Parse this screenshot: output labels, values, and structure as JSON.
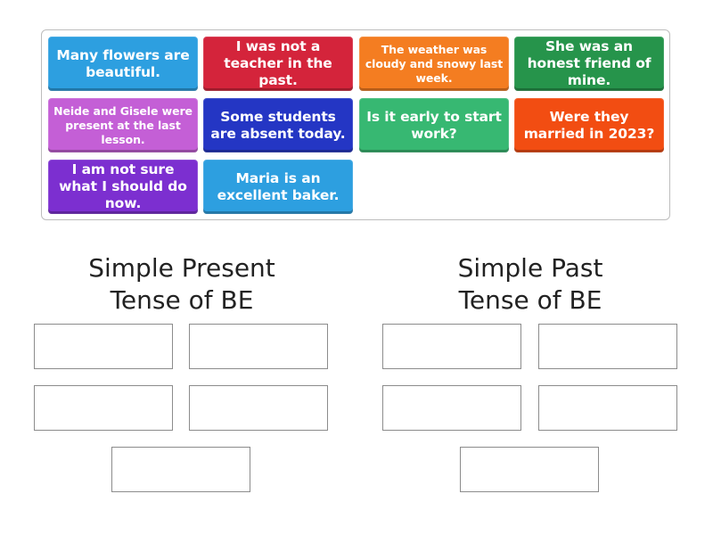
{
  "cards": [
    {
      "text": "Many flowers are beautiful.",
      "color": "#2d9fe0"
    },
    {
      "text": "I was not a teacher in the past.",
      "color": "#d4243b"
    },
    {
      "text": "The weather was cloudy and snowy last week.",
      "color": "#f47d21"
    },
    {
      "text": "She was an honest friend of mine.",
      "color": "#26944b"
    },
    {
      "text": "Neide and Gisele were present at the last lesson.",
      "color": "#c45fd6"
    },
    {
      "text": "Some students are absent today.",
      "color": "#2436c4"
    },
    {
      "text": "Is it early to start work?",
      "color": "#37b872"
    },
    {
      "text": "Were they married in 2023?",
      "color": "#f24d12"
    },
    {
      "text": "I am not sure what I should do now.",
      "color": "#7c2fd0"
    },
    {
      "text": "Maria is an excellent baker.",
      "color": "#2d9fe0"
    }
  ],
  "groups": [
    {
      "title_line1": "Simple Present",
      "title_line2": "Tense of BE"
    },
    {
      "title_line1": "Simple Past",
      "title_line2": "Tense of BE"
    }
  ]
}
